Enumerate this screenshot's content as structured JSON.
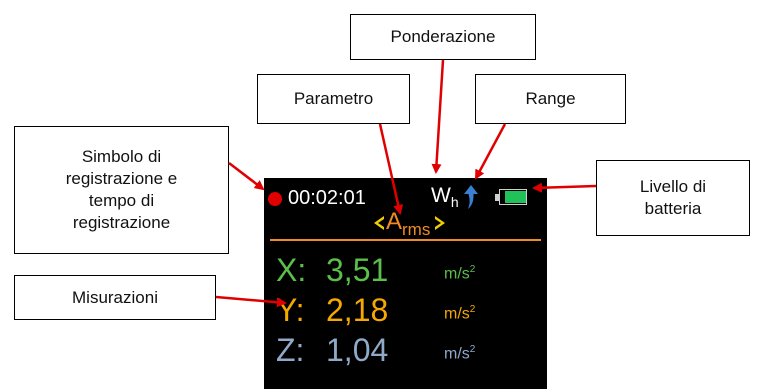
{
  "callouts": {
    "ponderazione": "Ponderazione",
    "parametro": "Parametro",
    "range": "Range",
    "simbolo_l1": "Simbolo di",
    "simbolo_l2": "registrazione e",
    "simbolo_l3": "tempo di",
    "simbolo_l4": "registrazione",
    "batteria_l1": "Livello di",
    "batteria_l2": "batteria",
    "misurazioni": "Misurazioni"
  },
  "device": {
    "rec_time": "00:02:01",
    "weighting": "W",
    "weighting_sub": "h",
    "range_icon": "up-arrow-icon",
    "battery_icon": "battery-icon",
    "param_left": "<",
    "param_main": "A",
    "param_sub": "rms",
    "param_right": ">",
    "readings": [
      {
        "axis": "X:",
        "value": "3,51",
        "unit": "m/s",
        "unit_exp": "2",
        "color": "#5cbf4a"
      },
      {
        "axis": "Y:",
        "value": "2,18",
        "unit": "m/s",
        "unit_exp": "2",
        "color": "#f5a800"
      },
      {
        "axis": "Z:",
        "value": "1,04",
        "unit": "m/s",
        "unit_exp": "2",
        "color": "#8fa9c9"
      }
    ]
  },
  "colors": {
    "arrow": "#e00000",
    "record_dot": "#e00000",
    "param_text": "#f08a24",
    "chevron": "#f2d000",
    "divider": "#f08a24",
    "range_arrow": "#3a7fd0",
    "battery_fill": "#22c25a"
  }
}
